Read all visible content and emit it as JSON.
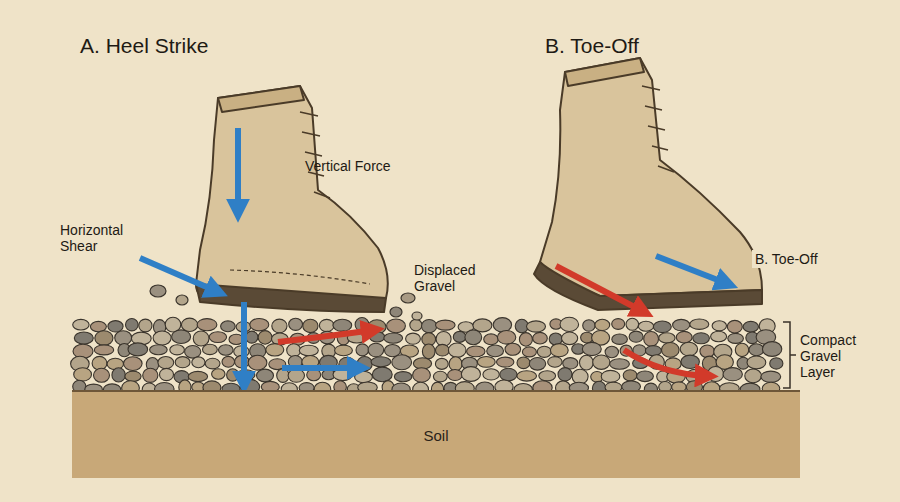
{
  "diagram": {
    "nodes": [
      {
        "text": [
          "Soil"
        ]
      }
    ],
    "labels": [
      "A. Heel Strike",
      "B. Toe-Off",
      "Vertical Force",
      "Horizontal Shear",
      "Displaced Gravel",
      "B. Toe-Off",
      "Compact Gravel Layer"
    ]
  }
}
